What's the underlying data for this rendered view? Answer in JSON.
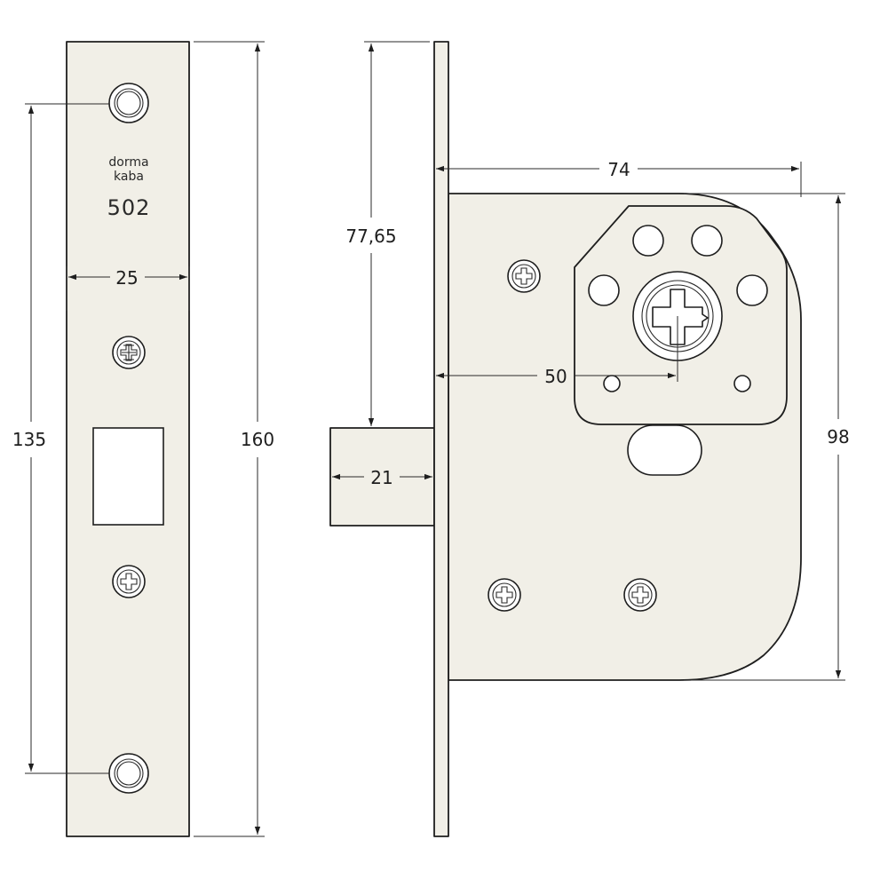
{
  "brand": {
    "line1": "dorma",
    "line2": "kaba"
  },
  "model": "502",
  "dimensions": {
    "faceplate_width": "25",
    "screw_spacing": "135",
    "faceplate_height": "160",
    "backset_to_bolt": "77,65",
    "case_depth": "74",
    "case_height": "98",
    "backset": "50",
    "bolt_throw": "21"
  },
  "colors": {
    "line": "#1e1e1e",
    "fill": "#f1efe7"
  }
}
